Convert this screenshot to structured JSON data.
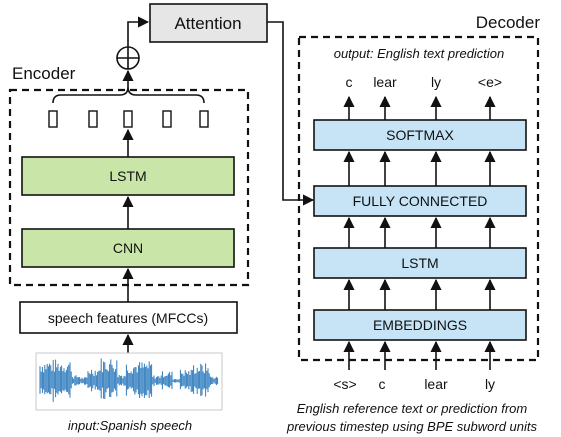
{
  "attention": {
    "label": "Attention",
    "fill": "#e6e6e6"
  },
  "encoder": {
    "title": "Encoder",
    "lstm_label": "LSTM",
    "cnn_label": "CNN",
    "block_fill": "#c9e6a8"
  },
  "decoder": {
    "title": "Decoder",
    "output_caption": "output: English text prediction",
    "output_tokens": [
      "c",
      "lear",
      "ly",
      "<e>"
    ],
    "softmax_label": "SOFTMAX",
    "fc_label": "FULLY CONNECTED",
    "lstm_label": "LSTM",
    "embeddings_label": "EMBEDDINGS",
    "input_tokens": [
      "<s>",
      "c",
      "lear",
      "ly"
    ],
    "block_fill": "#c6e4f5",
    "caption_line1": "English reference text or prediction from",
    "caption_line2": "previous timestep using BPE subword units"
  },
  "speech_features": {
    "label": "speech features (MFCCs)"
  },
  "input_caption": "input:Spanish speech",
  "waveform_color": "#2f7bbd",
  "icons": {
    "concat": "circle-plus-icon",
    "hidden_state": "hidden-state-rect-icon"
  }
}
